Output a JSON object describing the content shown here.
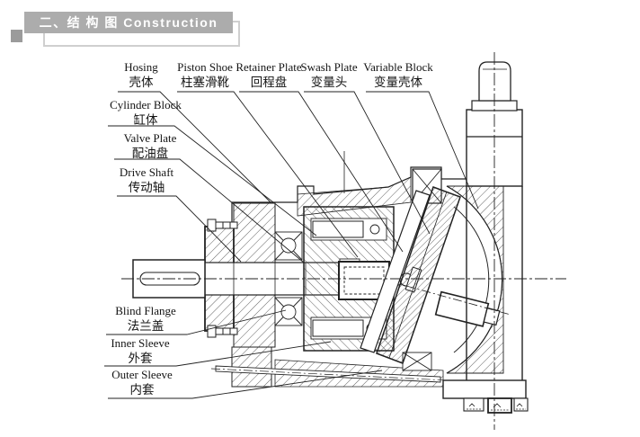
{
  "banner": {
    "title": "二、结 构 图 Construction"
  },
  "diagram": {
    "labels": {
      "hosing": {
        "en": "Hosing",
        "zh": "壳体"
      },
      "piston_shoe": {
        "en": "Piston Shoe",
        "zh": "柱塞滑靴"
      },
      "retainer_plate": {
        "en": "Retainer Plate",
        "zh": "回程盘"
      },
      "swash_plate": {
        "en": "Swash Plate",
        "zh": "变量头"
      },
      "variable_block": {
        "en": "Variable Block",
        "zh": "变量壳体"
      },
      "cylinder_block": {
        "en": "Cylinder Block",
        "zh": "缸体"
      },
      "valve_plate": {
        "en": "Valve Plate",
        "zh": "配油盘"
      },
      "drive_shaft": {
        "en": "Drive Shaft",
        "zh": "传动轴"
      },
      "blind_flange": {
        "en": "Blind Flange",
        "zh": "法兰盖"
      },
      "inner_sleeve": {
        "en": "Inner Sleeve",
        "zh": "外套"
      },
      "outer_sleeve": {
        "en": "Outer Sleeve",
        "zh": "内套"
      }
    },
    "colors": {
      "line": "#1e1e1e",
      "banner_bg": "#acacac",
      "banner_text": "#ffffff",
      "banner_shadow": "#9b9b9b",
      "banner_outline": "#cfcfcf"
    }
  }
}
